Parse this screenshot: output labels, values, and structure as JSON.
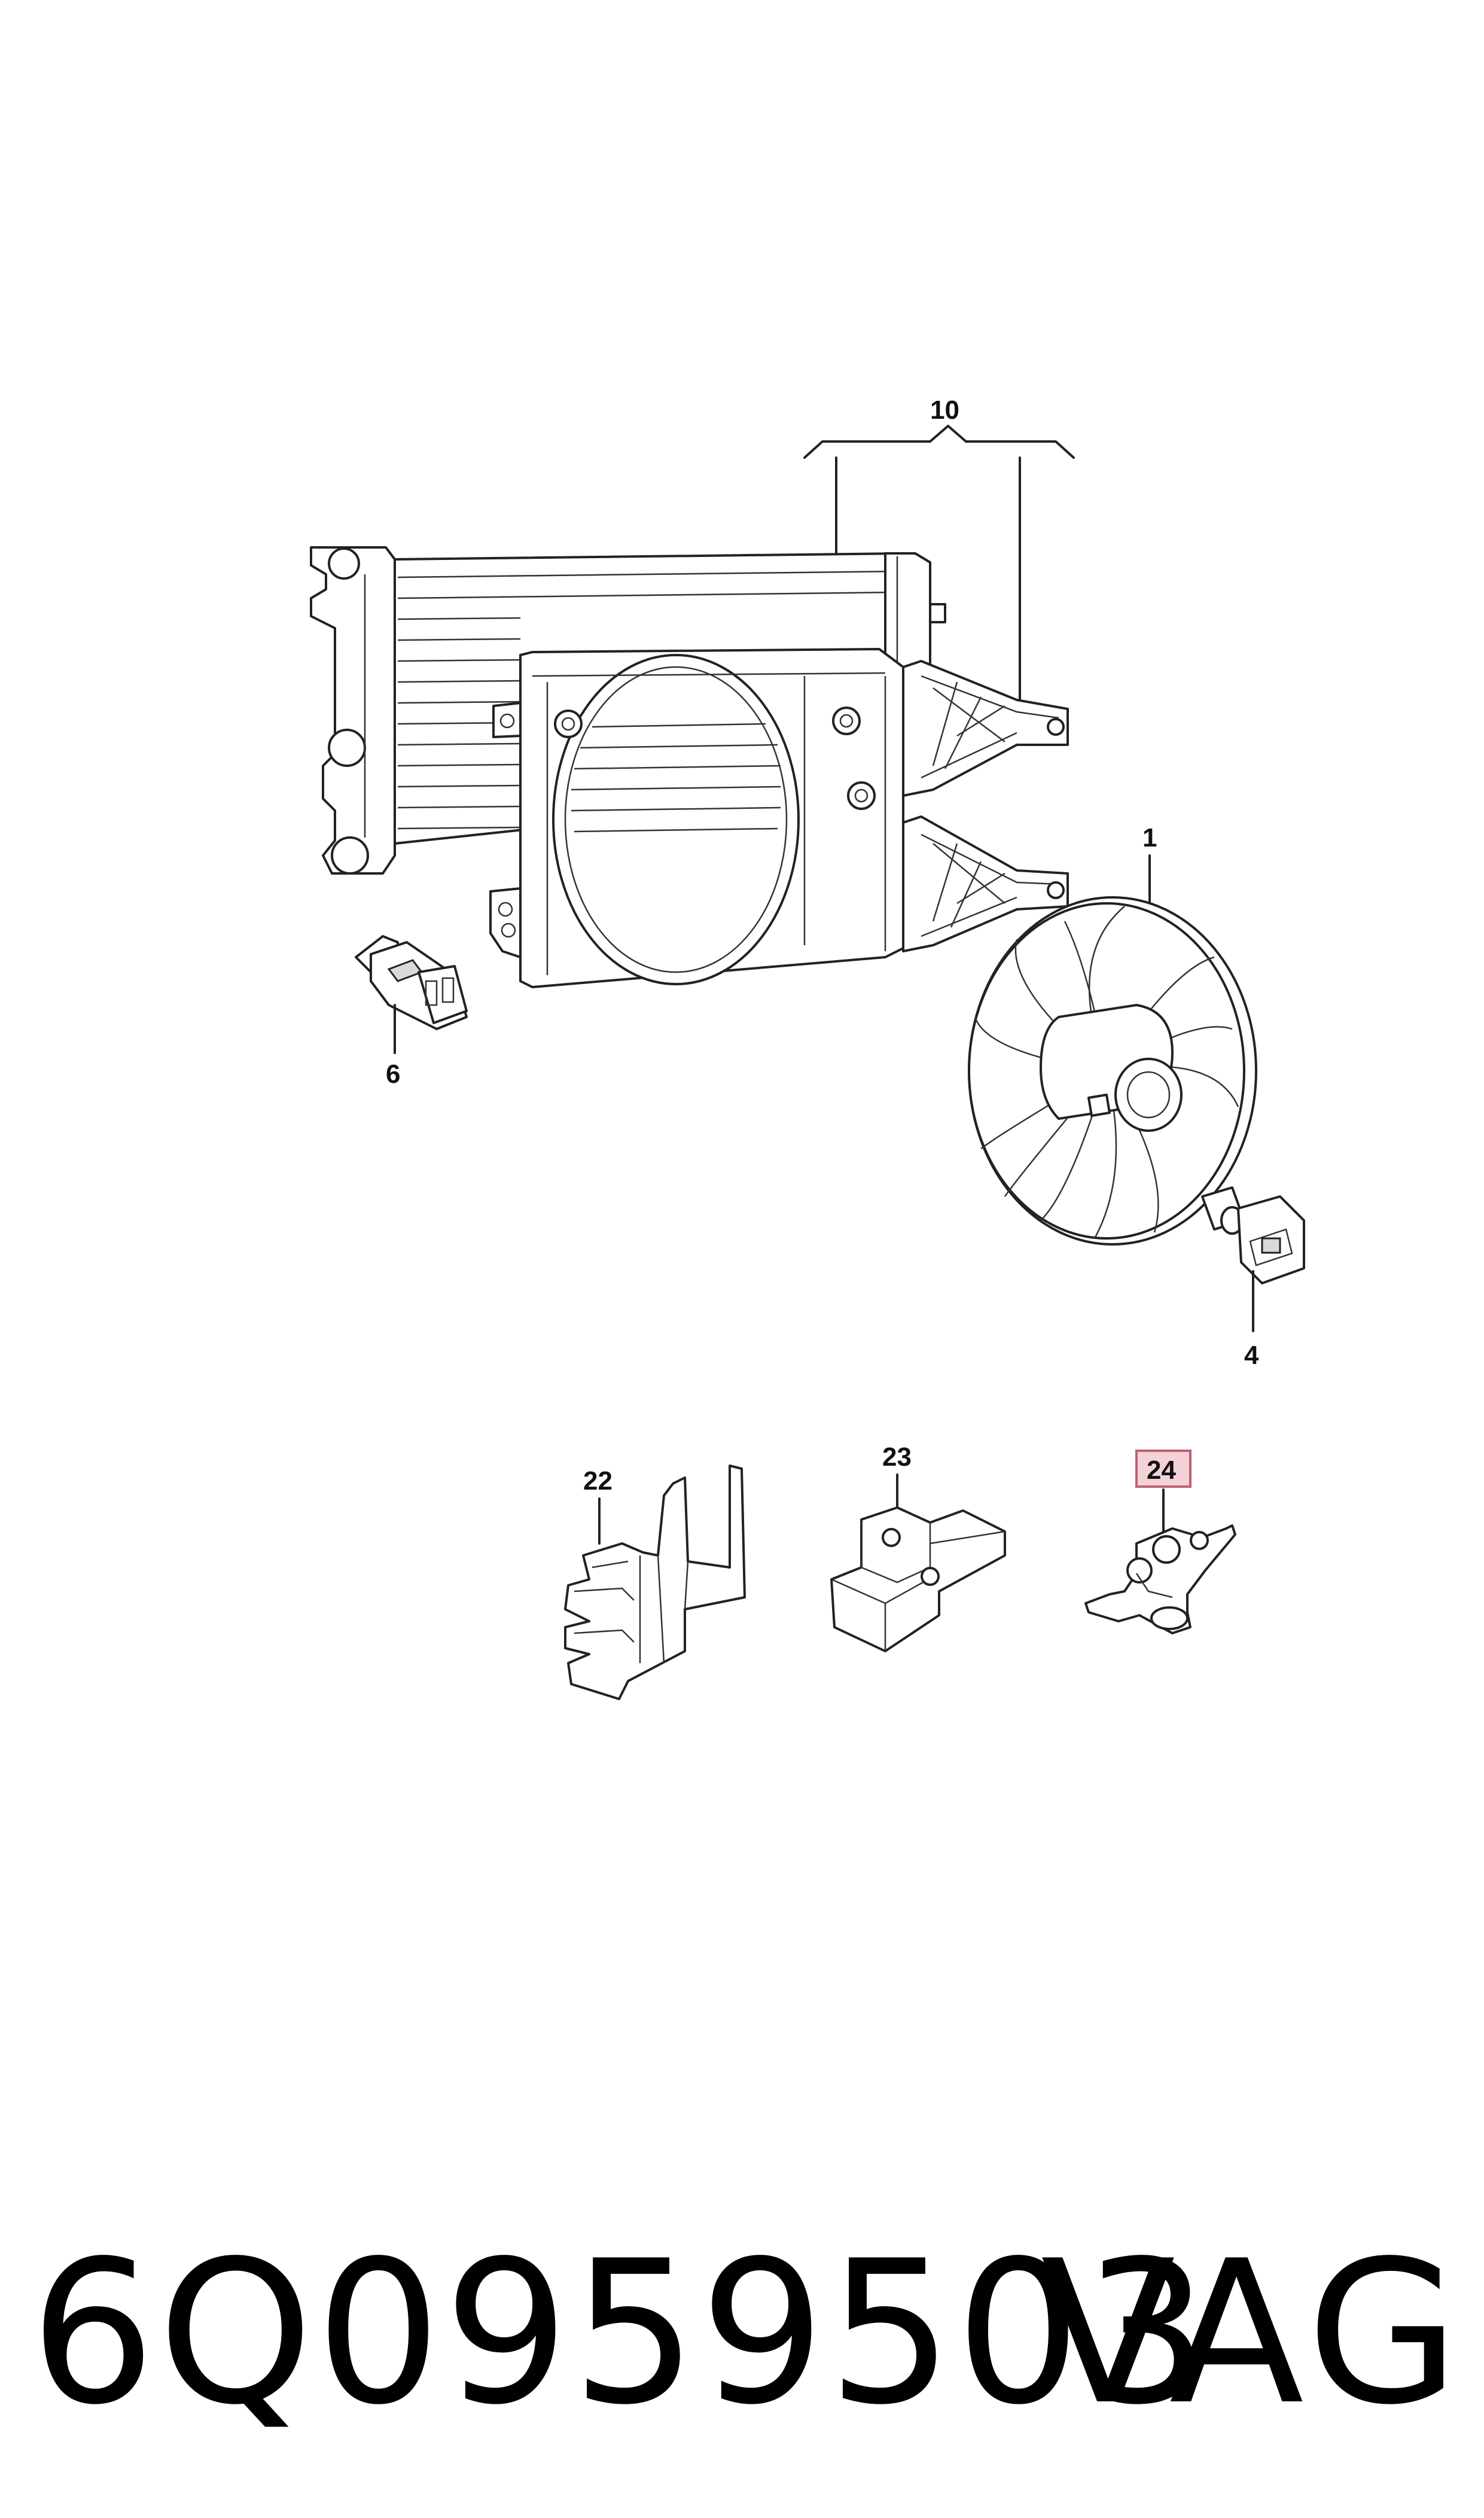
{
  "callouts": {
    "c10": "10",
    "c1": "1",
    "c6": "6",
    "c4": "4",
    "c22": "22",
    "c23": "23",
    "c24": "24"
  },
  "highlight_color": "#f3d2d8",
  "footer": {
    "part_number": "6Q0959503",
    "brand": "VAG"
  }
}
